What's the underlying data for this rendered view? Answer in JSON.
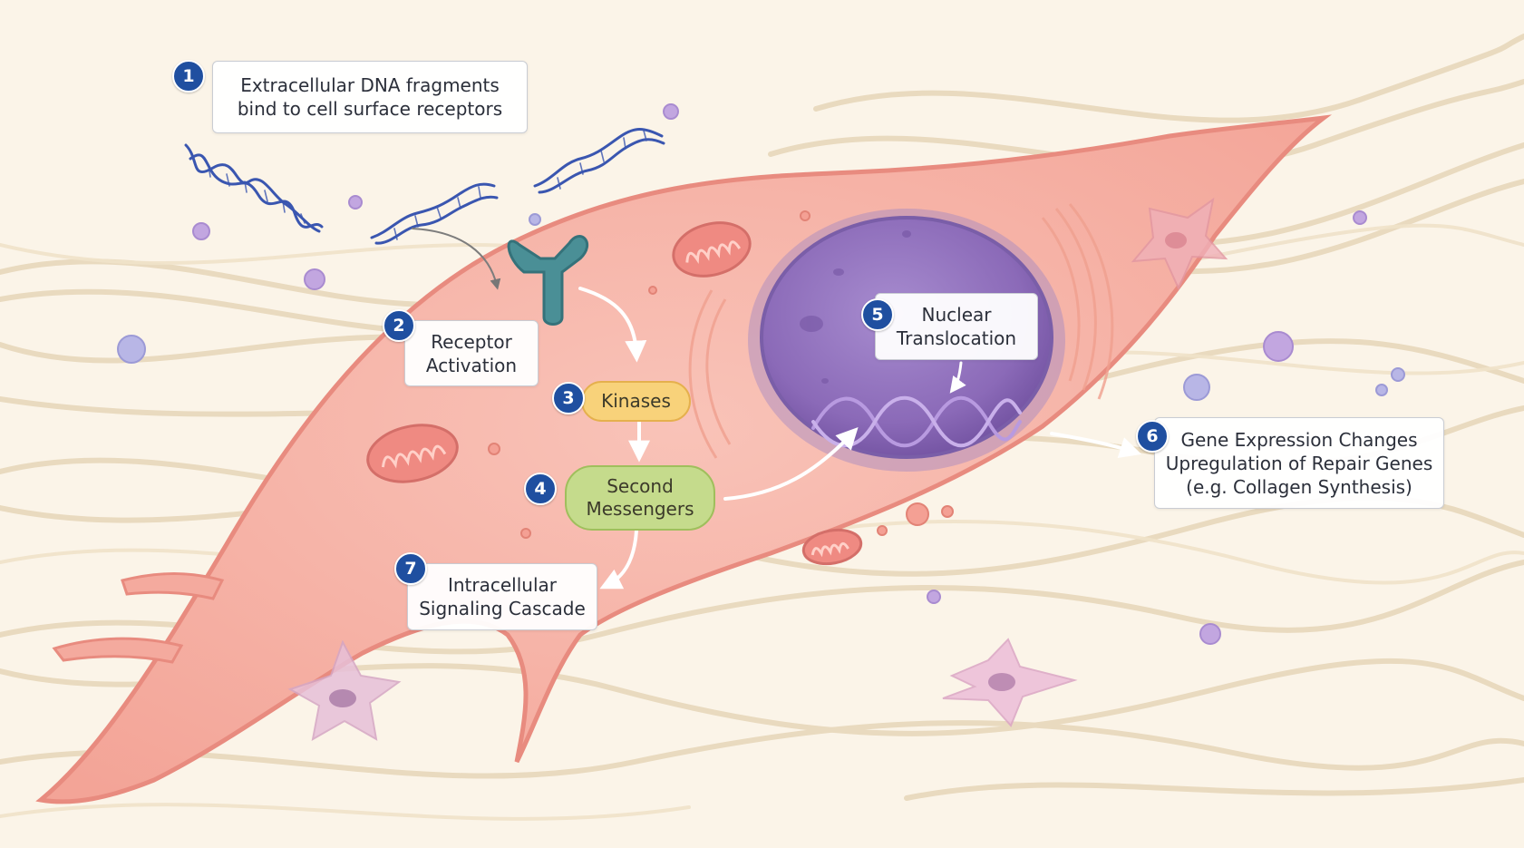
{
  "steps": [
    {
      "number": "1",
      "lines": [
        "Extracellular DNA fragments",
        "bind to cell surface receptors"
      ]
    },
    {
      "number": "2",
      "lines": [
        "Receptor",
        "Activation"
      ]
    },
    {
      "number": "3",
      "lines": [
        "Kinases"
      ]
    },
    {
      "number": "4",
      "lines": [
        "Second",
        "Messengers"
      ]
    },
    {
      "number": "5",
      "lines": [
        "Nuclear",
        "Translocation"
      ]
    },
    {
      "number": "6",
      "lines": [
        "Gene Expression Changes",
        "Upregulation of Repair Genes",
        "(e.g. Collagen Synthesis)"
      ]
    },
    {
      "number": "7",
      "lines": [
        "Intracellular",
        "Signaling Cascade"
      ]
    }
  ],
  "colors": {
    "background": "#fbf4e8",
    "fiber": "#e6d6b8",
    "cell_fill": "#f6b3a8",
    "cell_edge": "#e88b7f",
    "nucleus": "#8b6ab8",
    "dna": "#3a56b0",
    "receptor": "#4a8f96",
    "badge": "#1f4fa0",
    "kinase_pill": "#f8d27a",
    "messenger_pill": "#c5db8c"
  },
  "icons": [
    "dna-helix-icon",
    "receptor-y-icon",
    "mitochondrion-icon",
    "arrow-icon"
  ]
}
